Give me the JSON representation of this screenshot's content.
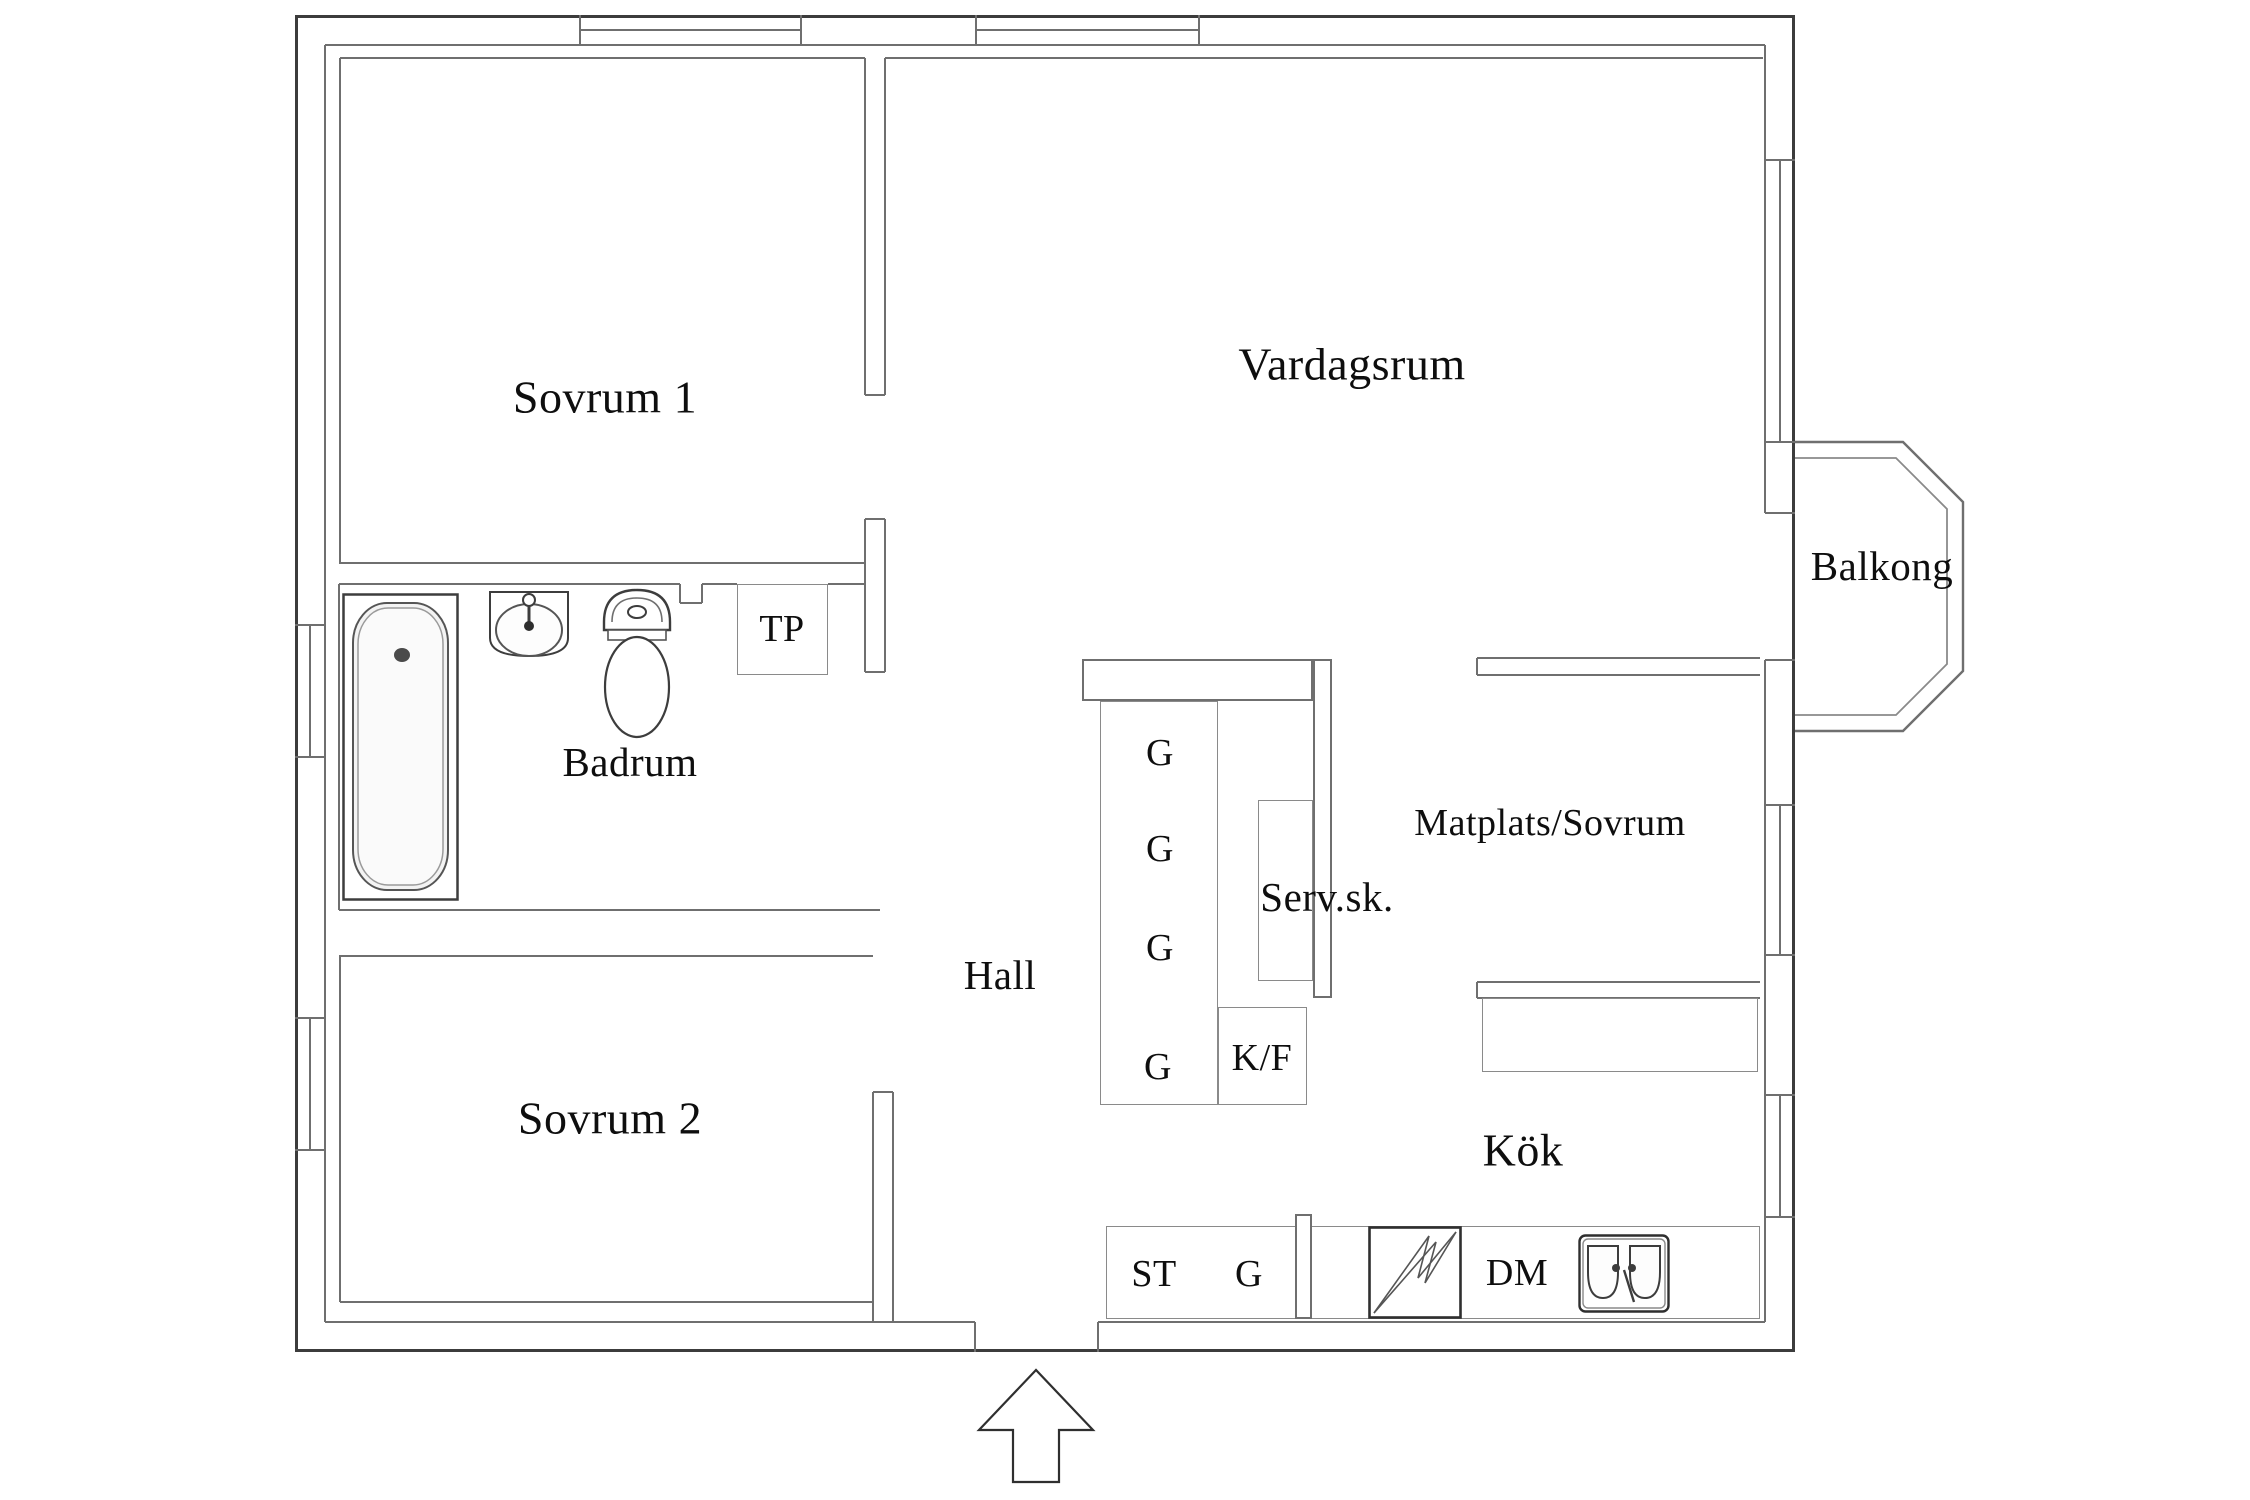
{
  "title": "Apartment floor plan",
  "rooms": {
    "sovrum1": "Sovrum 1",
    "vardagsrum": "Vardagsrum",
    "balkong": "Balkong",
    "badrum": "Badrum",
    "hall": "Hall",
    "matplats": "Matplats/Sovrum",
    "kok": "Kök",
    "sovrum2": "Sovrum 2"
  },
  "fixtures": {
    "tp": "TP",
    "servsk": "Serv.sk.",
    "g1": "G",
    "g2": "G",
    "g3": "G",
    "g4": "G",
    "kf": "K/F",
    "st": "ST",
    "g_kitchen": "G",
    "dm": "DM"
  },
  "colors": {
    "outer_wall": "#3c3c3c",
    "inner_lines": "#7a7a7a",
    "text": "#0e0e0e",
    "tub_fill": "#f3f3f3",
    "background": "#ffffff"
  }
}
